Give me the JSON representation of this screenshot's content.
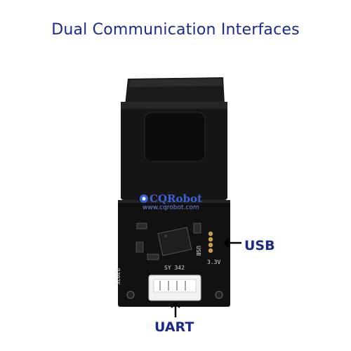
{
  "title": "Dual Communication Interfaces",
  "labels": {
    "usb": "USB",
    "uart": "UART"
  },
  "watermark": {
    "brand": "CQRobot",
    "url": "www.cqrobot.com"
  },
  "pcb_markings": {
    "model": "R307S",
    "chip": "SY 342",
    "voltage": "3.3V",
    "usb_mark": "USB"
  },
  "colors": {
    "label_blue": "#1a2a8c",
    "module_black": "#141414",
    "connector_white": "#f2f2f2",
    "arrow_black": "#000000"
  }
}
